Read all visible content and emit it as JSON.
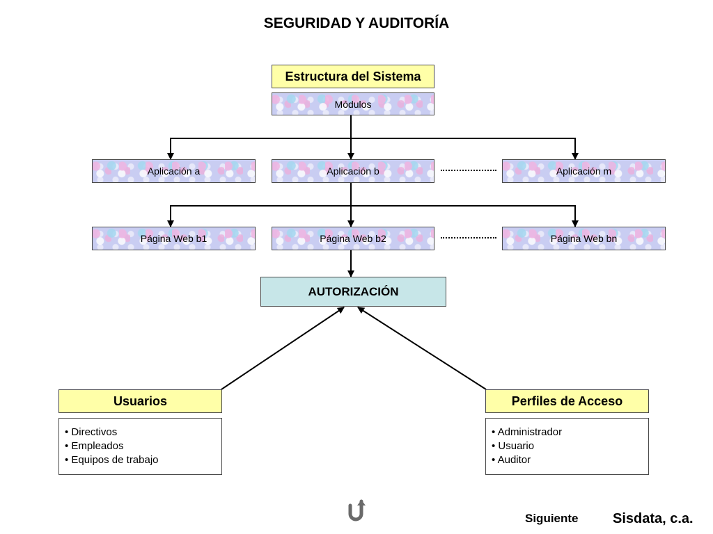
{
  "title": "SEGURIDAD Y AUDITORÍA",
  "diagram": {
    "header": "Estructura del Sistema",
    "modules": "Módulos",
    "applications": [
      "Aplicación a",
      "Aplicación b",
      "Aplicación m"
    ],
    "web_pages": [
      "Página Web b1",
      "Página Web b2",
      "Página Web bn"
    ],
    "authorization": "AUTORIZACIÓN",
    "users": {
      "title": "Usuarios",
      "items": [
        "• Directivos",
        "• Empleados",
        "• Equipos de trabajo"
      ]
    },
    "profiles": {
      "title": "Perfiles de Acceso",
      "items": [
        "• Administrador",
        "• Usuario",
        "• Auditor"
      ]
    }
  },
  "footer": {
    "next_label": "Siguiente",
    "brand": "Sisdata, c.a.",
    "return_icon": "u-turn-arrow-icon"
  }
}
